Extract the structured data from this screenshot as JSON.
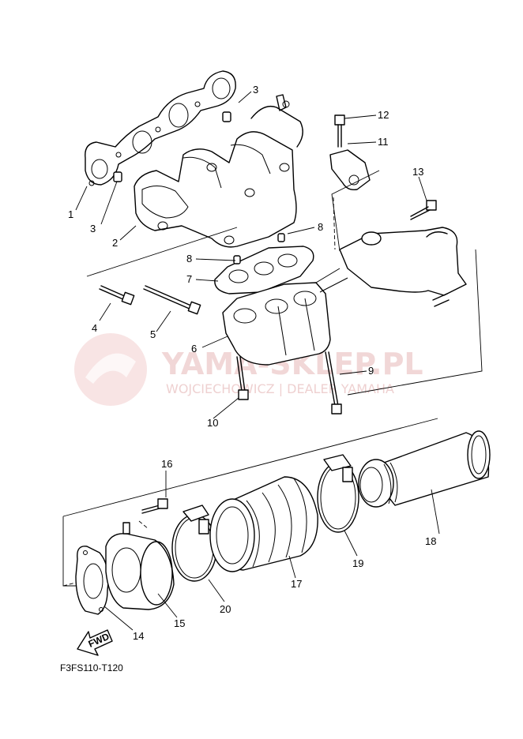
{
  "diagram_code": "F3FS110-T120",
  "watermark": {
    "brand": "YAMA-SKLEP.PL",
    "subtitle": "WOJCIECHOWICZ | DEALER YAMAHA"
  },
  "fwd_label": "FWD",
  "callouts": [
    "1",
    "2",
    "3",
    "3",
    "4",
    "5",
    "6",
    "7",
    "8",
    "8",
    "9",
    "10",
    "11",
    "12",
    "13",
    "14",
    "15",
    "16",
    "17",
    "18",
    "19",
    "20"
  ]
}
